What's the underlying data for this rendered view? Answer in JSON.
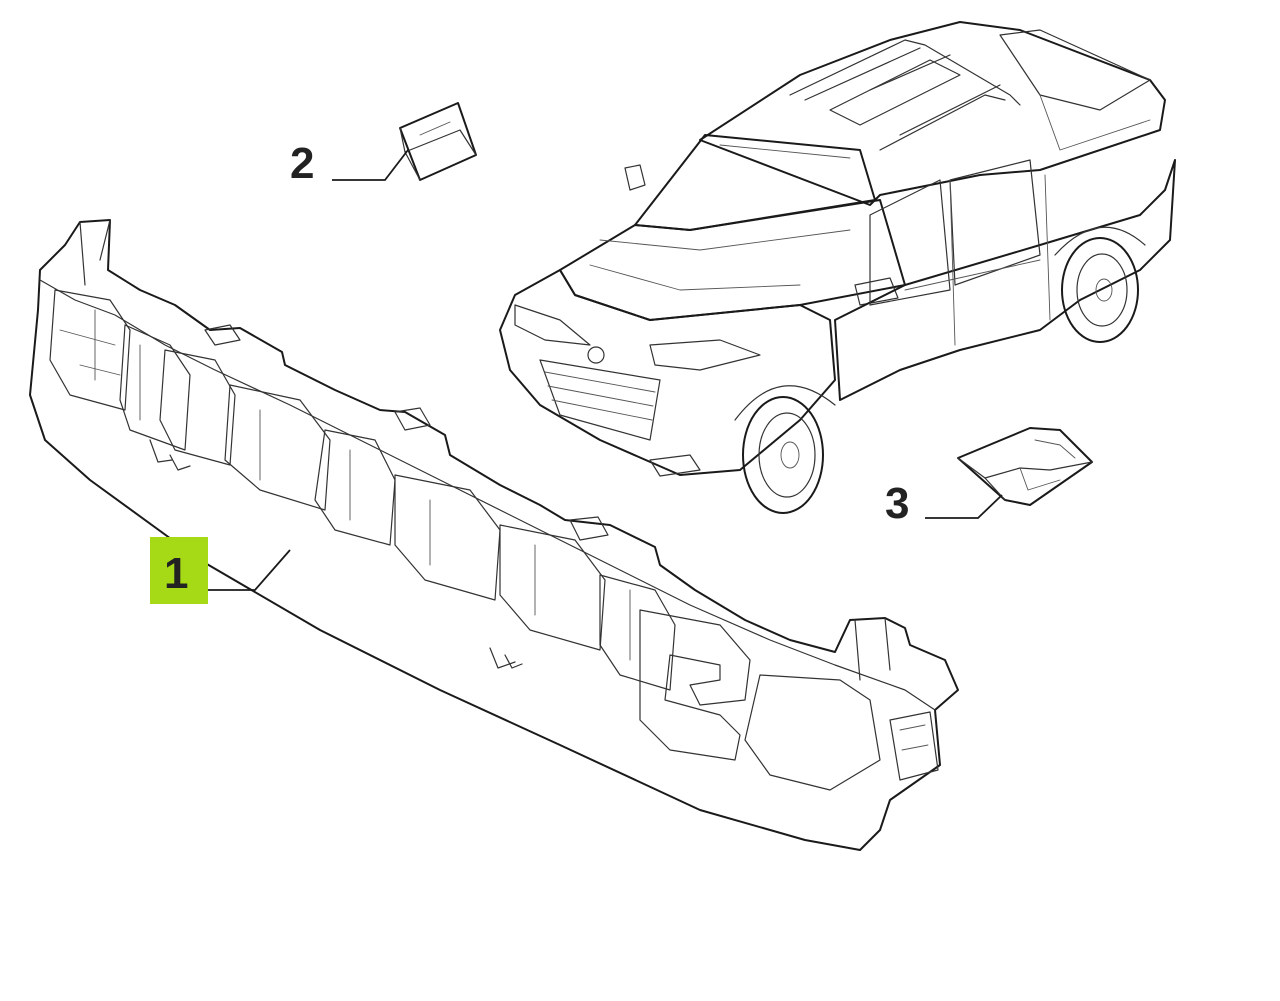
{
  "diagram": {
    "callouts": [
      {
        "id": "1",
        "label": "1",
        "highlighted": true
      },
      {
        "id": "2",
        "label": "2",
        "highlighted": false
      },
      {
        "id": "3",
        "label": "3",
        "highlighted": false
      }
    ]
  },
  "colors": {
    "highlight": "#a6d916",
    "line": "#1a1a1a",
    "label_text": "#222222",
    "background": "#ffffff"
  }
}
